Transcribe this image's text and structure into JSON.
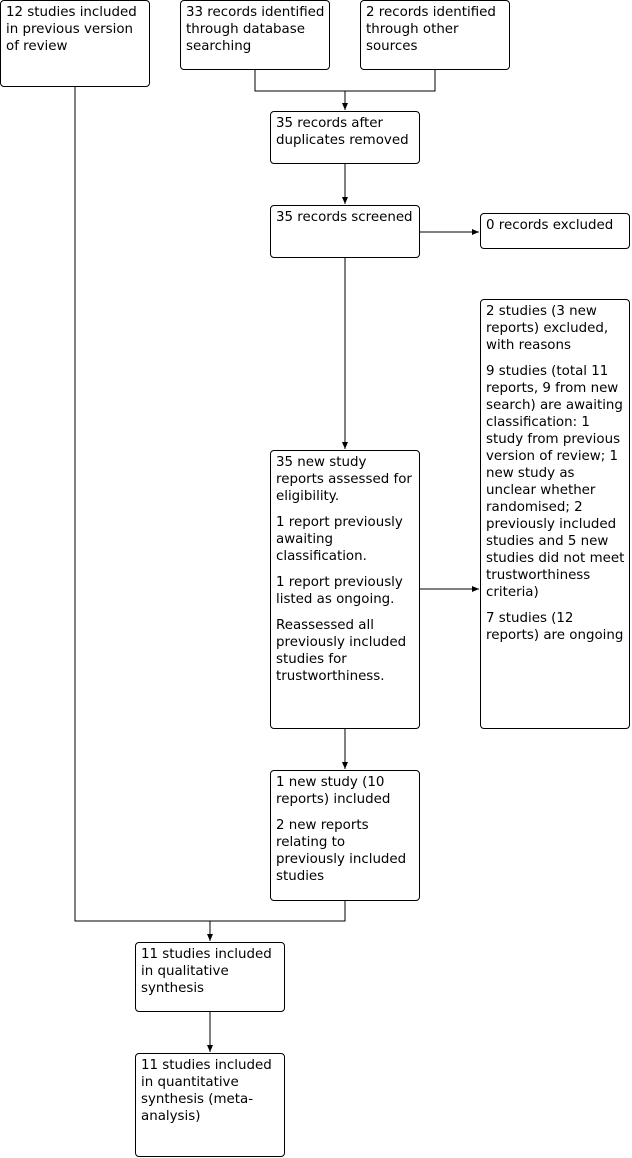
{
  "boxes": {
    "previous_review": "12 studies included in previous version of review",
    "database_search": "33 records identified through database searching",
    "other_sources": "2 records identified through other sources",
    "after_duplicates": "35 records after duplicates removed",
    "screened": "35 records screened",
    "excluded_records": "0 records excluded",
    "assessed": [
      "35 new study reports assessed for eligibility.",
      "1 report previously awaiting classification.",
      "1 report previously listed as ongoing.",
      "Reassessed all previously included studies for trustworthiness."
    ],
    "excluded_studies": [
      "2 studies (3 new reports) excluded, with reasons",
      "9 studies (total 11 reports, 9 from new search) are awaiting classification: 1 study from previous version of review; 1 new study as unclear whether randomised; 2 previously included studies and 5 new studies did not meet trustworthiness criteria)",
      "7 studies (12 reports) are ongoing"
    ],
    "new_included": [
      "1 new study (10 reports) included",
      "2 new reports relating to previously included studies"
    ],
    "qualitative": "11 studies included in qualitative synthesis",
    "quantitative": "11 studies included in quantitative synthesis (meta-analysis)"
  },
  "colors": {
    "line": "#000000",
    "box_border": "#000000",
    "background": "#ffffff"
  }
}
